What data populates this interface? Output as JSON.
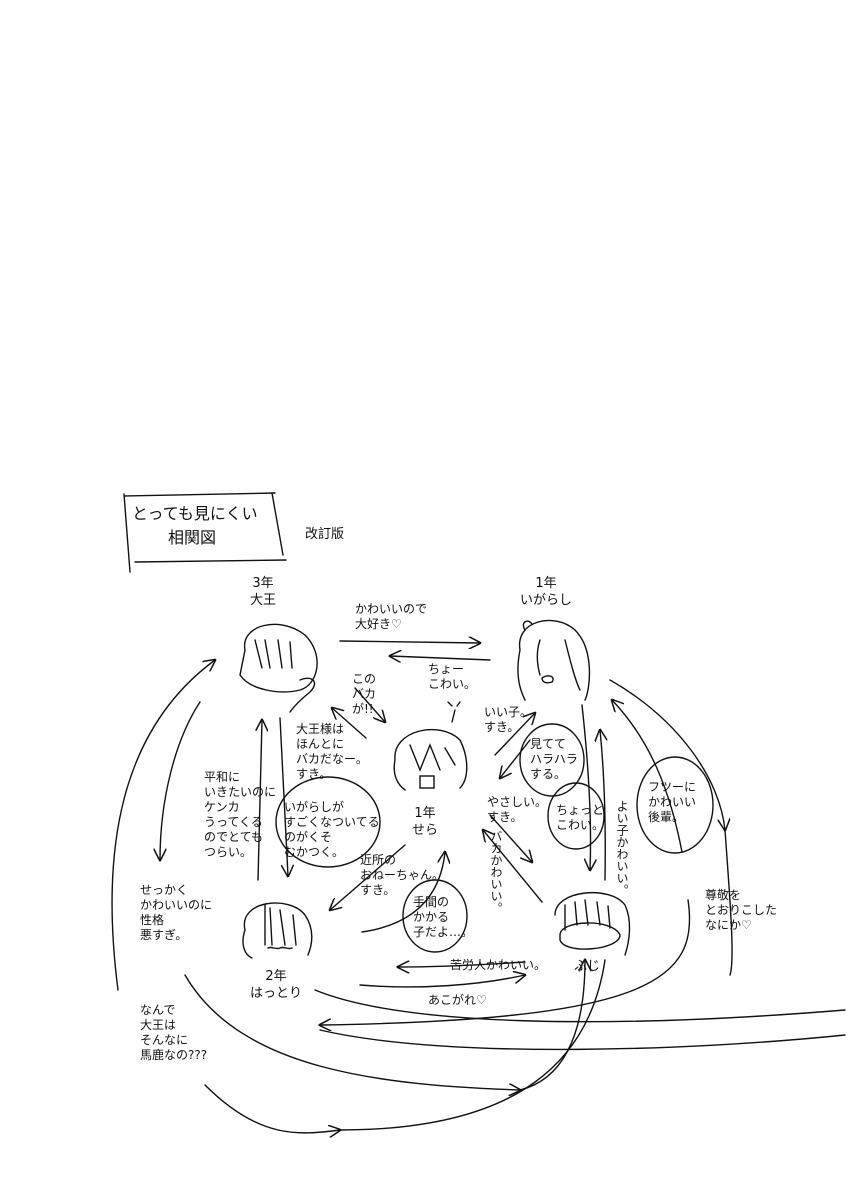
{
  "title": {
    "line1": "とっても見にくい",
    "line2": "相関図",
    "edition": "改訂版"
  },
  "characters": {
    "daiou": {
      "grade": "3年",
      "name": "大王"
    },
    "igarashi": {
      "grade": "1年",
      "name": "いがらし"
    },
    "sera": {
      "grade": "1年",
      "name": "せら"
    },
    "hattori": {
      "grade": "2年",
      "name": "はっとり"
    },
    "fuji": {
      "name": "ふじ"
    }
  },
  "relations": {
    "daiou_to_igarashi": "かわいいので\n大好き♡",
    "igarashi_to_daiou": "ちょー\nこわい。",
    "daiou_to_sera": "この\nバカ\nが!!",
    "sera_to_daiou": "大王様は\nほんとに\nバカだなー。\nすき。",
    "sera_to_igarashi": "いい子。\nすき。",
    "igarashi_to_sera": "見てて\nハラハラ\nする。",
    "hattori_to_daiou": "平和に\nいきたいのに\nケンカ\nうってくる\nのでとても\nつらい。",
    "daiou_to_hattori": "いがらしが\nすごくなついてる\nのがくそ\nむかつく。",
    "sera_to_fuji": "やさしい。\nすき。",
    "igarashi_to_fuji": "ちょっと\nこわい。",
    "fuji_to_igarashi": "よい子かわいい。",
    "fuji_to_igarashi_2": "フツーに\nかわいい\n後輩。",
    "fuji_to_sera": "バカかわいい。",
    "sera_to_hattori": "近所の\nおねーちゃん。\nすき。",
    "hattori_to_sera": "手間の\nかかる\n子だよ…。",
    "daiou_on_hattori": "せっかく\nかわいいのに\n性格\n悪すぎ。",
    "igarashi_on_fuji": "尊敬を\nとおりこした\nなにか♡",
    "fuji_to_hattori": "苦労人かわいい。",
    "hattori_to_fuji": "あこがれ♡",
    "hattori_on_daiou": "なんで\n大王は\nそんなに\n馬鹿なの???"
  }
}
